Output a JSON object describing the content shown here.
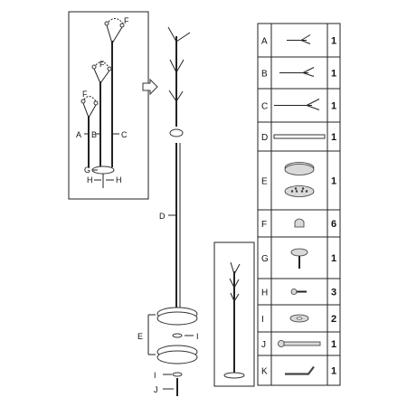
{
  "detail_labels": {
    "a": "A",
    "b": "B",
    "c": "C",
    "f1": "F",
    "f2": "F",
    "f3": "F",
    "g": "G",
    "h1": "H",
    "h2": "H"
  },
  "main_labels": {
    "d": "D",
    "e": "E",
    "i1": "I",
    "i2": "I",
    "j": "J"
  },
  "parts": [
    {
      "letter": "A",
      "qty": "1",
      "icon": "short-branch-icon"
    },
    {
      "letter": "B",
      "qty": "1",
      "icon": "medium-branch-icon"
    },
    {
      "letter": "C",
      "qty": "1",
      "icon": "long-branch-icon"
    },
    {
      "letter": "D",
      "qty": "1",
      "icon": "pole-icon"
    },
    {
      "letter": "E",
      "qty": "1",
      "icon": "base-plates-icon"
    },
    {
      "letter": "F",
      "qty": "6",
      "icon": "end-cap-icon"
    },
    {
      "letter": "G",
      "qty": "1",
      "icon": "connector-screw-icon"
    },
    {
      "letter": "H",
      "qty": "3",
      "icon": "small-screw-icon"
    },
    {
      "letter": "I",
      "qty": "2",
      "icon": "washer-icon"
    },
    {
      "letter": "J",
      "qty": "1",
      "icon": "long-bolt-icon"
    },
    {
      "letter": "K",
      "qty": "1",
      "icon": "allen-key-icon"
    }
  ]
}
